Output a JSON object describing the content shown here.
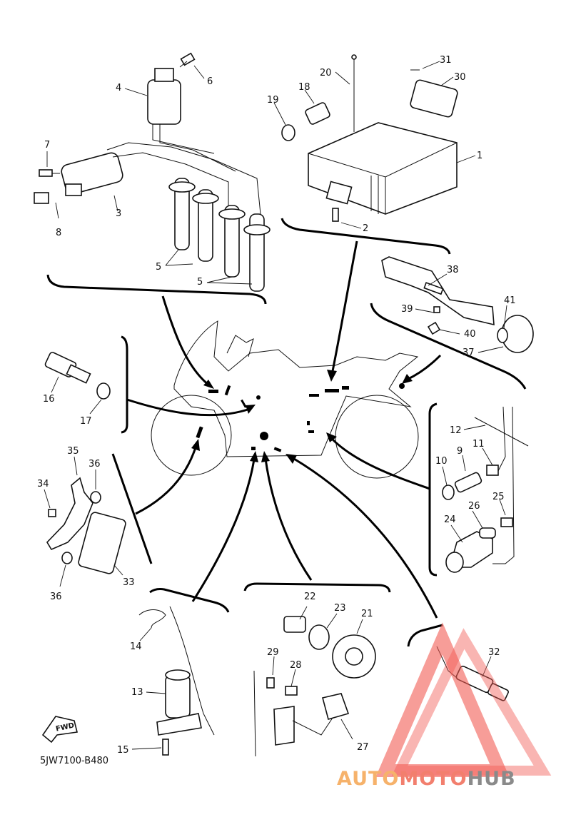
{
  "diagram": {
    "code": "5JW7100-B480",
    "fwd_label": "FWD",
    "callouts": [
      "1",
      "2",
      "3",
      "4",
      "5",
      "5",
      "6",
      "7",
      "8",
      "9",
      "10",
      "11",
      "12",
      "13",
      "14",
      "15",
      "16",
      "17",
      "18",
      "19",
      "20",
      "21",
      "22",
      "23",
      "24",
      "25",
      "26",
      "27",
      "28",
      "29",
      "30",
      "31",
      "32",
      "33",
      "34",
      "35",
      "36",
      "36",
      "37",
      "38",
      "39",
      "40",
      "41"
    ]
  },
  "watermark": {
    "part1": "AUTO",
    "part2": "MOTO",
    "part3": "HUB",
    "colors": {
      "auto": "#f6b26b",
      "moto": "#f27f6e",
      "hub": "#8a8a8a",
      "triangle": "#f25c54"
    }
  }
}
